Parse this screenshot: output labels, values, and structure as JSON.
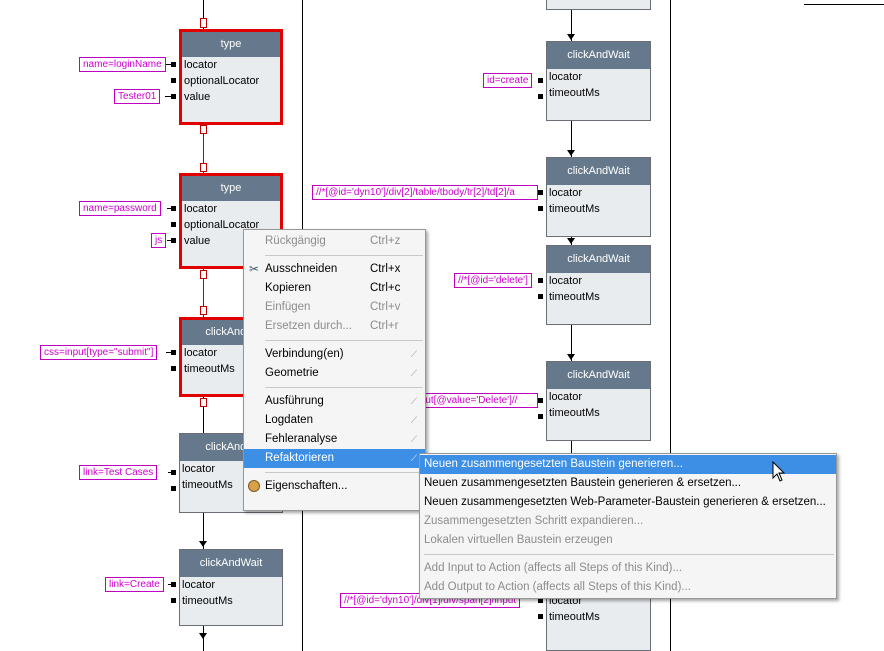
{
  "left_column": {
    "nodes": [
      {
        "title": "type",
        "rows": [
          "locator",
          "optionalLocator",
          "value"
        ],
        "params": [
          "name=loginName",
          "",
          "Tester01"
        ]
      },
      {
        "title": "type",
        "rows": [
          "locator",
          "optionalLocator",
          "value"
        ],
        "params": [
          "name=password",
          "",
          "js"
        ]
      },
      {
        "title": "clickAndW",
        "rows": [
          "locator",
          "timeoutMs"
        ],
        "params": [
          "css=input[type=\"submit\"]",
          ""
        ]
      },
      {
        "title": "clickAndW",
        "rows": [
          "locator",
          "timeoutMs"
        ],
        "params": [
          "link=Test Cases",
          ""
        ]
      },
      {
        "title": "clickAndWait",
        "rows": [
          "locator",
          "timeoutMs"
        ],
        "params": [
          "link=Create",
          ""
        ]
      }
    ]
  },
  "right_column": {
    "nodes": [
      {
        "title": "clickAndWait",
        "rows": [
          "locator",
          "timeoutMs"
        ],
        "params": [
          "id=create",
          ""
        ]
      },
      {
        "title": "clickAndWait",
        "rows": [
          "locator",
          "timeoutMs"
        ],
        "params": [
          "//*[@id='dyn10']/div[2]/table/tbody/tr[2]/td[2]/a",
          ""
        ]
      },
      {
        "title": "clickAndWait",
        "rows": [
          "locator",
          "timeoutMs"
        ],
        "params": [
          "//*[@id='delete']",
          ""
        ]
      },
      {
        "title": "clickAndWait",
        "rows": [
          "locator",
          "timeoutMs"
        ],
        "params": [
          "//input[@value='Delete']",
          ""
        ]
      },
      {
        "title": "",
        "rows": [
          "locator",
          "timeoutMs"
        ],
        "params": [
          "//*[@id='dyn10']/div[1]/div/span[2]/input",
          ""
        ]
      }
    ]
  },
  "context_menu": {
    "items": [
      {
        "label": "Rückgängig",
        "shortcut": "Ctrl+z",
        "disabled": true
      },
      {
        "label": "Ausschneiden",
        "shortcut": "Ctrl+x",
        "icon": "scissors-icon"
      },
      {
        "label": "Kopieren",
        "shortcut": "Ctrl+c"
      },
      {
        "label": "Einfügen",
        "shortcut": "Ctrl+v",
        "disabled": true
      },
      {
        "label": "Ersetzen durch...",
        "shortcut": "Ctrl+r",
        "disabled": true
      },
      {
        "label": "Verbindung(en)",
        "submenu": true
      },
      {
        "label": "Geometrie",
        "submenu": true
      },
      {
        "label": "Ausführung",
        "submenu": true
      },
      {
        "label": "Logdaten",
        "submenu": true
      },
      {
        "label": "Fehleranalyse",
        "submenu": true
      },
      {
        "label": "Refaktorieren",
        "submenu": true,
        "highlighted": true
      },
      {
        "label": "Eigenschaften...",
        "icon": "palette-icon"
      }
    ]
  },
  "submenu": {
    "items": [
      {
        "label": "Neuen zusammengesetzten Baustein generieren...",
        "highlighted": true
      },
      {
        "label": "Neuen zusammengesetzten Baustein generieren & ersetzen..."
      },
      {
        "label": "Neuen zusammengesetzten Web-Parameter-Baustein generieren & ersetzen..."
      },
      {
        "label": "Zusammengesetzten Schritt expandieren...",
        "disabled": true
      },
      {
        "label": "Lokalen virtuellen Baustein erzeugen",
        "disabled": true
      },
      {
        "label": "Add Input to Action (affects all Steps of this Kind)...",
        "disabled": true
      },
      {
        "label": "Add Output to Action (affects all Steps of this Kind)...",
        "disabled": true
      }
    ]
  },
  "colors": {
    "node_header": "#66798c",
    "node_body": "#e9ecef",
    "selection_border": "#e00000",
    "param_text": "#d000d0",
    "menu_highlight": "#3d8fe6"
  }
}
